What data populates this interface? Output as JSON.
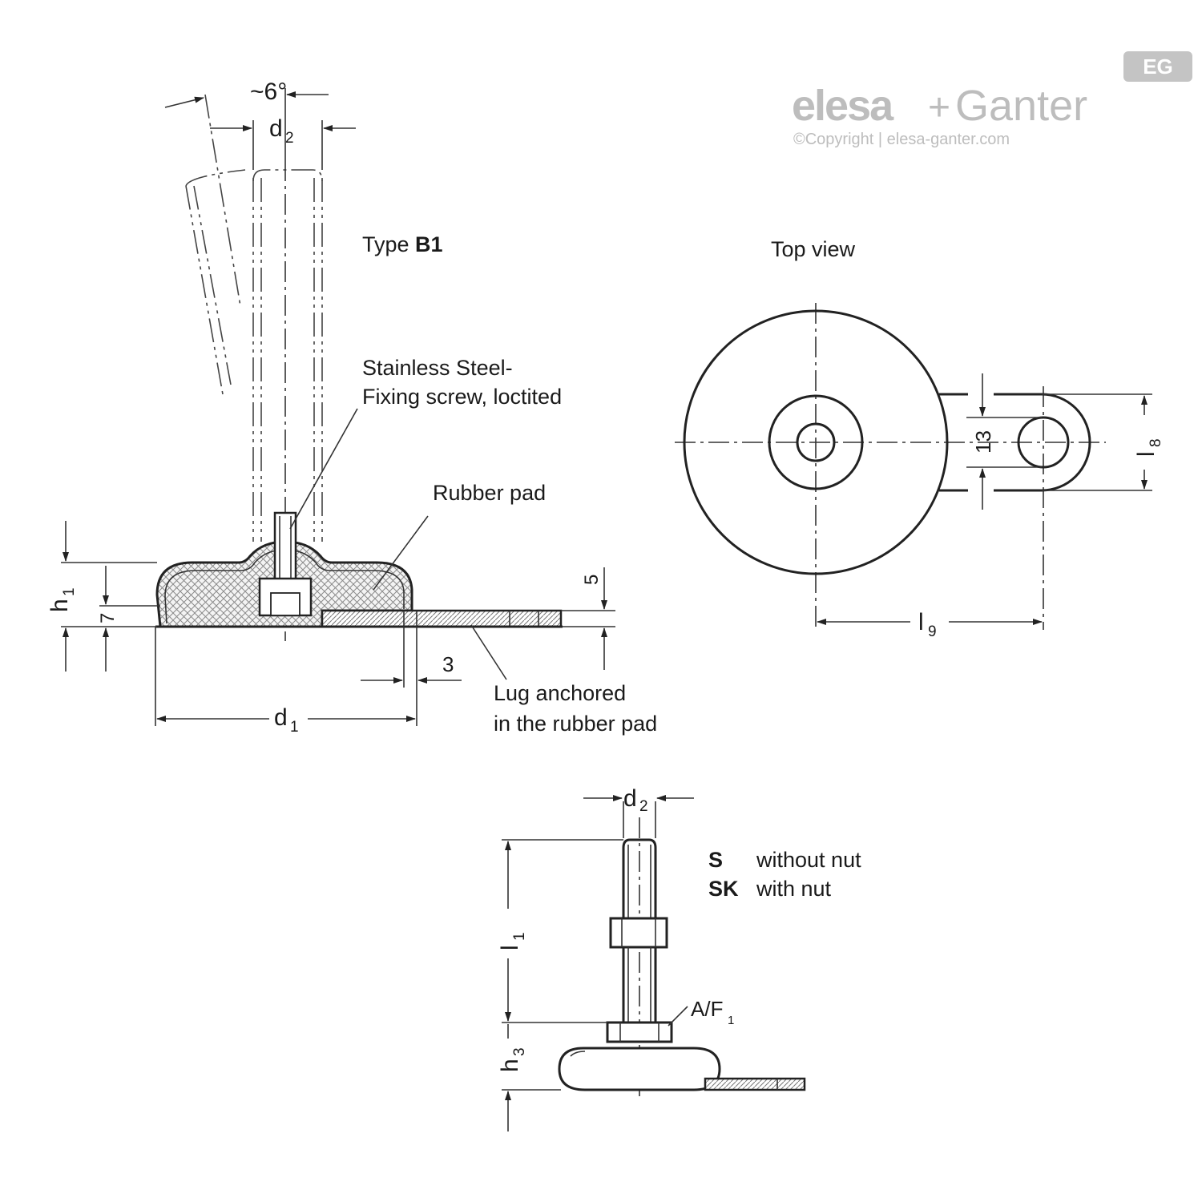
{
  "logo": {
    "brand_a": "elesa",
    "plus": "+",
    "brand_b": "Ganter",
    "mark": "EG",
    "copyright": "©Copyright | elesa-ganter.com"
  },
  "type_label": {
    "prefix": "Type ",
    "code": "B1"
  },
  "top_view_title": "Top view",
  "callouts": {
    "screw_line1": "Stainless Steel-",
    "screw_line2": "Fixing screw, loctited",
    "rubber_pad": "Rubber pad",
    "lug_line1": "Lug anchored",
    "lug_line2": "in the rubber pad"
  },
  "dimensions": {
    "angle": "~6°",
    "d2_main": "d",
    "d2_main_sub": "2",
    "h1": "h",
    "h1_sub": "1",
    "seven": "7",
    "five": "5",
    "three": "3",
    "d1": "d",
    "d1_sub": "1",
    "thirteen": "13",
    "l8": "l",
    "l8_sub": "8",
    "l9": "l",
    "l9_sub": "9",
    "d2_small": "d",
    "d2_small_sub": "2",
    "l1": "l",
    "l1_sub": "1",
    "h3": "h",
    "h3_sub": "3",
    "af": "A/F",
    "af_sub": "1"
  },
  "legend": [
    {
      "code": "S",
      "text": "without nut"
    },
    {
      "code": "SK",
      "text": "with nut"
    }
  ]
}
